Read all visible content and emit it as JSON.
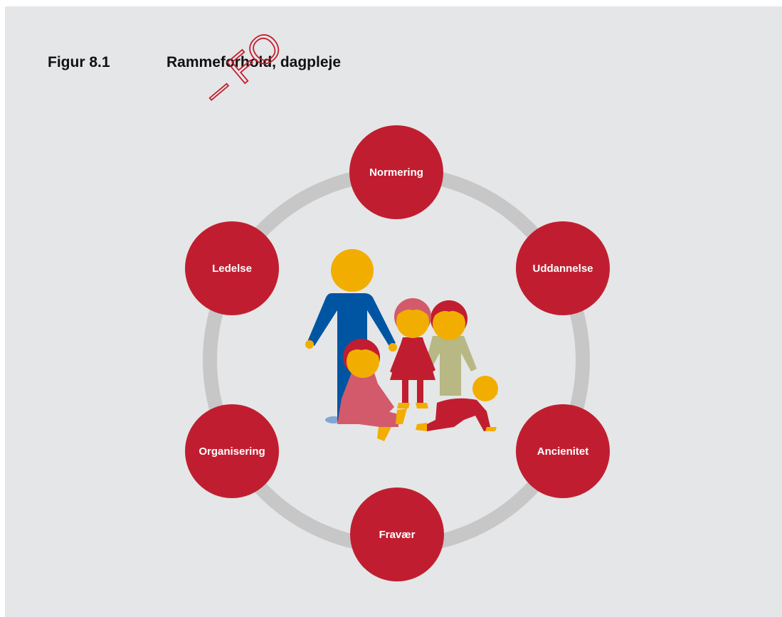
{
  "figure": {
    "label": "Figur 8.1",
    "title": "Rammeforhold, dagpleje"
  },
  "watermark": {
    "text": "– FO"
  },
  "nodes": [
    {
      "id": "normering",
      "label": "Normering"
    },
    {
      "id": "uddannelse",
      "label": "Uddannelse"
    },
    {
      "id": "ancienitet",
      "label": "Ancienitet"
    },
    {
      "id": "fravaer",
      "label": "Fravær"
    },
    {
      "id": "organisering",
      "label": "Organisering"
    },
    {
      "id": "ledelse",
      "label": "Ledelse"
    }
  ],
  "colors": {
    "background": "#e5e6e7",
    "ring": "#c7c7c8",
    "node": "#c01e30",
    "adult_body": "#0055a3",
    "skin": "#f2ae00",
    "child_red": "#c01e30",
    "child_pink": "#d35a6b",
    "child_olive": "#b7b883",
    "shoe_blue": "#7fa8d4"
  },
  "center_illustration": {
    "icon": "family-group-icon"
  }
}
